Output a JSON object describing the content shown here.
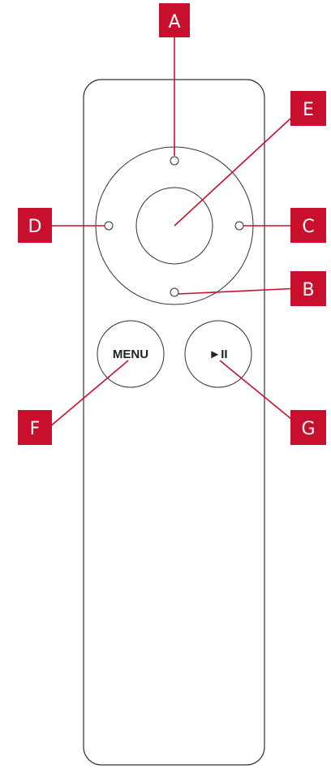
{
  "callouts": {
    "a": "A",
    "b": "B",
    "c": "C",
    "d": "D",
    "e": "E",
    "f": "F",
    "g": "G"
  },
  "buttons": {
    "menu_label": "MENU",
    "play_pause_label": "►II"
  },
  "colors": {
    "callout_fill": "#c8102e",
    "leader_line": "#c8102e",
    "remote_outline": "#333333",
    "background": "#ffffff"
  }
}
